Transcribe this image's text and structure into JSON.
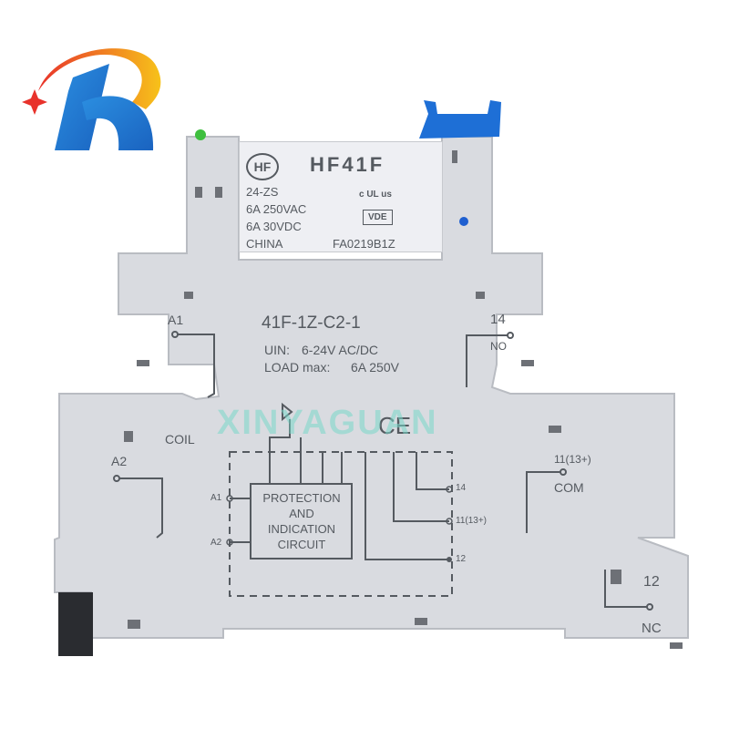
{
  "logo": {
    "letter": "R",
    "colors": {
      "arc_start": "#e8322b",
      "arc_end": "#f7c21a",
      "body": "#1f7fd2",
      "star": "#e8322b"
    }
  },
  "relay": {
    "brand_mark": "HF",
    "model": "HF41F",
    "coil_code": "24-ZS",
    "rating_ac": "6A  250VAC",
    "rating_dc": "6A  30VDC",
    "origin": "CHINA",
    "batch": "FA0219B1Z",
    "cert_ul": "c UL us",
    "cert_vde": "VDE"
  },
  "module": {
    "part_number": "41F-1Z-C2-1",
    "uin_label": "UIN:",
    "uin_value": "6-24V AC/DC",
    "load_label": "LOAD max:",
    "load_value": "6A 250V",
    "ce_mark": "CE",
    "watermark": "XINYAGUAN"
  },
  "terminals": {
    "a1": "A1",
    "a2": "A2",
    "coil": "COIL",
    "t14": "14",
    "no": "NO",
    "t11": "11(13+)",
    "com": "COM",
    "t12": "12",
    "nc": "NC"
  },
  "schematic": {
    "block_line1": "PROTECTION",
    "block_line2": "AND",
    "block_line3": "INDICATION",
    "block_line4": "CIRCUIT",
    "pin_a1": "A1",
    "pin_a2": "A2",
    "pin_14": "14",
    "pin_11": "11(13+)",
    "pin_12": "12"
  },
  "colors": {
    "housing": "#d9dbe0",
    "housing_edge": "#b9bcc2",
    "clip": "#1e6fd6",
    "led": "#3fbf3f",
    "dot": "#1f5fd0",
    "din_foot": "#2a2c30"
  }
}
